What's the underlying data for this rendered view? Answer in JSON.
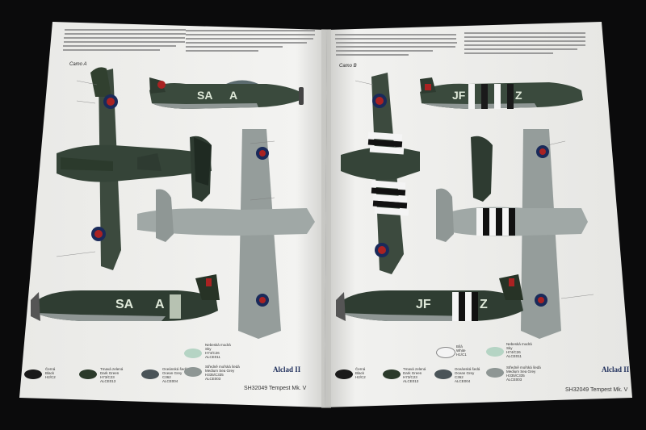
{
  "photo": {
    "description_kind": "photograph of an open model-kit painting and decal instruction booklet"
  },
  "pages": {
    "left": {
      "scheme_label": "Camo A",
      "footer_code": "SH32049 Tempest Mk. V",
      "colors": [
        {
          "cz": "Černá",
          "en": "Black",
          "code": "H2/C2",
          "hex": "#1a1a1a"
        },
        {
          "cz": "Tmavá zelená",
          "en": "Dark Green",
          "code": "H73/C23",
          "code2": "ALCE013",
          "hex": "#2b3a2a"
        },
        {
          "cz": "Oceánská šedá",
          "en": "Ocean Grey",
          "code": "C362",
          "code2": "ALCE004",
          "hex": "#4a5458"
        },
        {
          "cz": "Středně mořská šedá",
          "en": "Medium Sea Grey",
          "code": "H335/C335",
          "code2": "ALCE003",
          "hex": "#8e9694"
        },
        {
          "cz": "Nebeská modrá",
          "en": "Sky",
          "code": "H74/C26",
          "code2": "ALCE011",
          "hex": "#b5d4c4"
        }
      ],
      "codes": [
        "SA",
        "A"
      ],
      "brand": "Alclad II"
    },
    "right": {
      "scheme_label": "Camo B",
      "footer_code": "SH32049 Tempest Mk. V",
      "colors": [
        {
          "cz": "Černá",
          "en": "Black",
          "code": "H2/C2",
          "hex": "#1a1a1a"
        },
        {
          "cz": "Tmavá zelená",
          "en": "Dark Green",
          "code": "H73/C23",
          "code2": "ALCE013",
          "hex": "#2b3a2a"
        },
        {
          "cz": "Oceánská šedá",
          "en": "Ocean Grey",
          "code": "C362",
          "code2": "ALCE004",
          "hex": "#4a5458"
        },
        {
          "cz": "Středně mořská šedá",
          "en": "Medium Sea Grey",
          "code": "H335/C335",
          "code2": "ALCE003",
          "hex": "#8e9694"
        },
        {
          "cz": "Bílá",
          "en": "White",
          "code": "H1/C1",
          "hex": "#f4f4f4"
        },
        {
          "cz": "Nebeská modrá",
          "en": "Sky",
          "code": "H74/C26",
          "code2": "ALCE011",
          "hex": "#b5d4c4"
        }
      ],
      "codes": [
        "JF",
        "Z"
      ],
      "brand": "Alclad II"
    }
  }
}
